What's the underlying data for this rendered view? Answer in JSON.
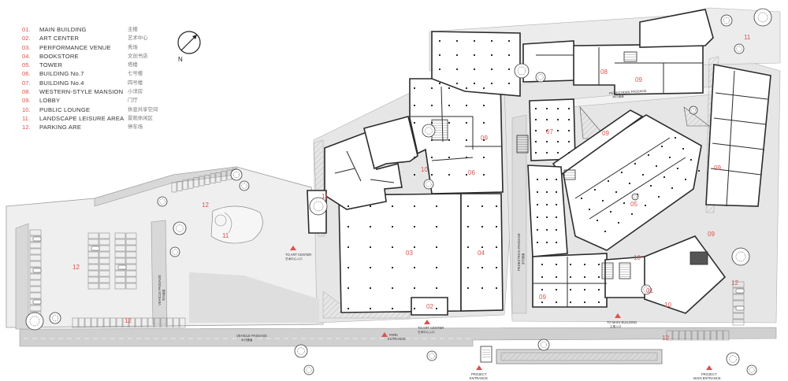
{
  "legend": [
    {
      "num": "01.",
      "en": "MAIN BUILDING",
      "cn": "主楼"
    },
    {
      "num": "02.",
      "en": "ART CENTER",
      "cn": "艺术中心"
    },
    {
      "num": "03.",
      "en": "PERFORMANCE VENUE",
      "cn": "秀场"
    },
    {
      "num": "04.",
      "en": "BOOKSTORE",
      "cn": "文创书店"
    },
    {
      "num": "05.",
      "en": "TOWER",
      "cn": "塔楼"
    },
    {
      "num": "06.",
      "en": "BUILDING No.7",
      "cn": "七号楼"
    },
    {
      "num": "07.",
      "en": "BUILDING No.4",
      "cn": "四号楼"
    },
    {
      "num": "08.",
      "en": "WESTERN-STYLE  MANSION",
      "cn": "小洋房"
    },
    {
      "num": "09.",
      "en": "LOBBY",
      "cn": "门厅"
    },
    {
      "num": "10.",
      "en": "PUBLIC LOUNGE",
      "cn": "休息共享空间"
    },
    {
      "num": "11.",
      "en": "LANDSCAPE LEISURE AREA",
      "cn": "景观休闲区"
    },
    {
      "num": "12.",
      "en": "PARKING ARE",
      "cn": "停车场"
    }
  ],
  "compass_label": "N",
  "zone_numbers": {
    "z01": "01",
    "z02": "02",
    "z03": "03",
    "z04": "04",
    "z05": "05",
    "z06": "06",
    "z07": "07",
    "z08": "08",
    "z09a": "09",
    "z09b": "09",
    "z09c": "09",
    "z09d": "09",
    "z09e": "09",
    "z09f": "09",
    "z10a": "10",
    "z10b": "10",
    "z10c": "10",
    "z11a": "11",
    "z11b": "11",
    "z11c": "11",
    "z12a": "12",
    "z12b": "12",
    "z12c": "12",
    "z12d": "12",
    "z12e": "12"
  },
  "annotations": {
    "pedestrian_passage_top": {
      "en": "PEDESTRIAN PASSAGE",
      "cn": "步行通道"
    },
    "pedestrian_passage_mid": {
      "en": "PEDESTRIAN PASSAGE",
      "cn": "步行通道"
    },
    "vehicle_passage_left": {
      "en": "VEHICLE PASSAGE",
      "cn": "车行通道"
    },
    "vehicle_passage_bottom": {
      "en": "VEHICLE PASSAGE",
      "cn": "车行通道"
    },
    "to_art_center_upper": {
      "en": "TO ART CENTER",
      "cn": "艺术中心入口"
    },
    "to_art_center_lower": {
      "en": "TO ART CENTER",
      "cn": "艺术中心入口"
    },
    "park_entrance": {
      "en1": "PARK",
      "en2": "ENTRANCE"
    },
    "to_main_building": {
      "en": "TO MAIN BUILDING",
      "cn": "主楼入口"
    },
    "project_entrance": {
      "en1": "PROJECT",
      "en2": "ENTRANCE"
    },
    "project_main_entrance": {
      "en1": "PROJECT",
      "en2": "MAIN ENTRANCE"
    }
  },
  "colors": {
    "wall": "#2b2b2b",
    "ground": "#e4e4e4",
    "road": "#d2d2d2",
    "accent": "#d9534f",
    "tree": "#3a3a3a"
  }
}
